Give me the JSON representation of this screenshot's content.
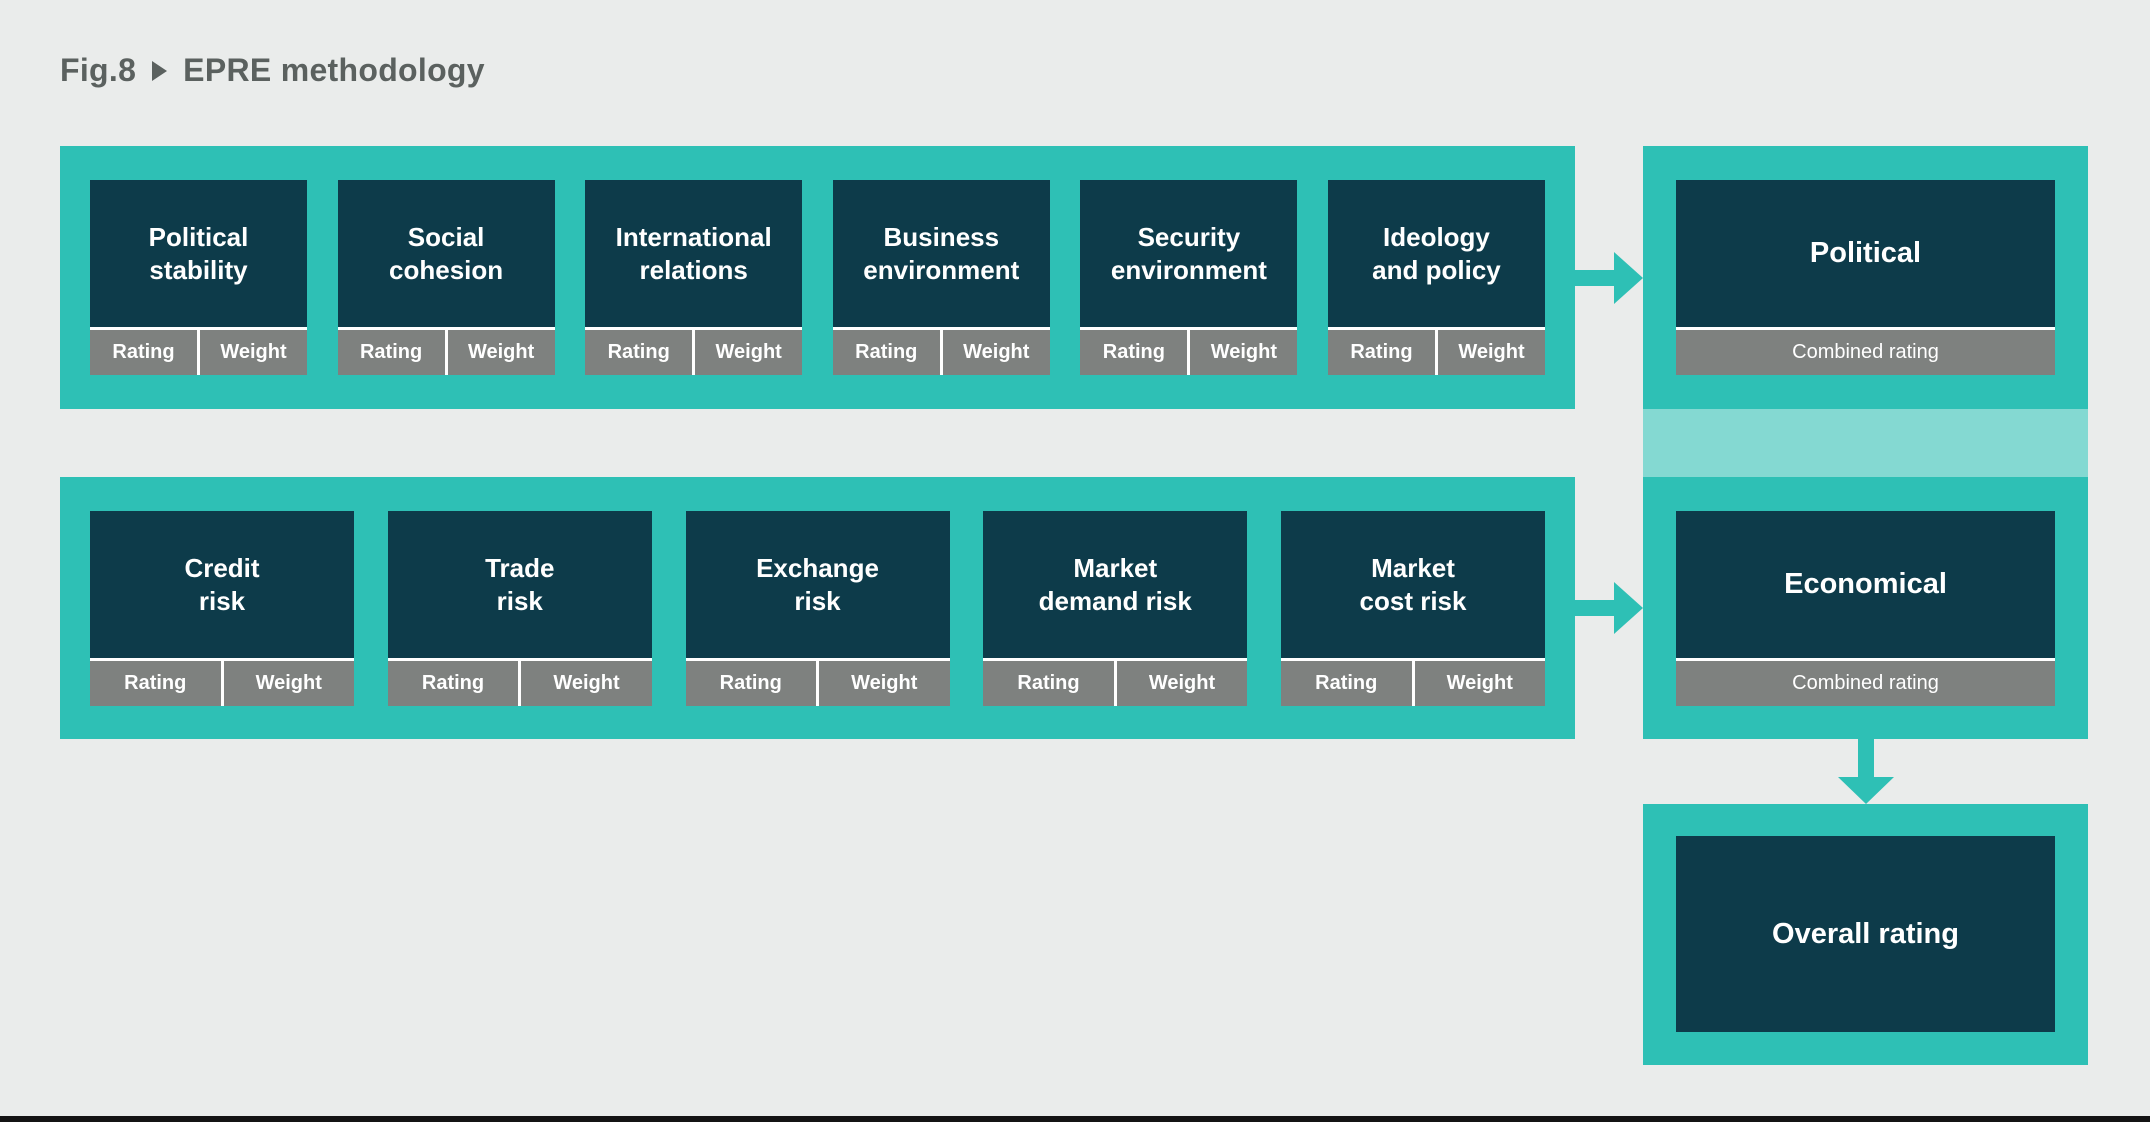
{
  "title": {
    "fig": "Fig.8",
    "text": "EPRE methodology"
  },
  "labels": {
    "rating": "Rating",
    "weight": "Weight"
  },
  "political_factors": {
    "cards": [
      {
        "title": "Political\nstability"
      },
      {
        "title": "Social\ncohesion"
      },
      {
        "title": "International\nrelations"
      },
      {
        "title": "Business\nenvironment"
      },
      {
        "title": "Security\nenvironment"
      },
      {
        "title": "Ideology\nand policy"
      }
    ],
    "combined": {
      "title": "Political",
      "bar": "Combined rating"
    }
  },
  "economic_factors": {
    "cards": [
      {
        "title": "Credit\nrisk"
      },
      {
        "title": "Trade\nrisk"
      },
      {
        "title": "Exchange\nrisk"
      },
      {
        "title": "Market\ndemand risk"
      },
      {
        "title": "Market\ncost risk"
      }
    ],
    "combined": {
      "title": "Economical",
      "bar": "Combined rating"
    }
  },
  "overall": {
    "title": "Overall rating"
  },
  "colors": {
    "teal": "#2ec0b5",
    "teal_light": "#84d9d2",
    "navy": "#0d3b4a",
    "gray": "#7e817f",
    "background": "#eaeceb",
    "title_text": "#5b615f"
  }
}
